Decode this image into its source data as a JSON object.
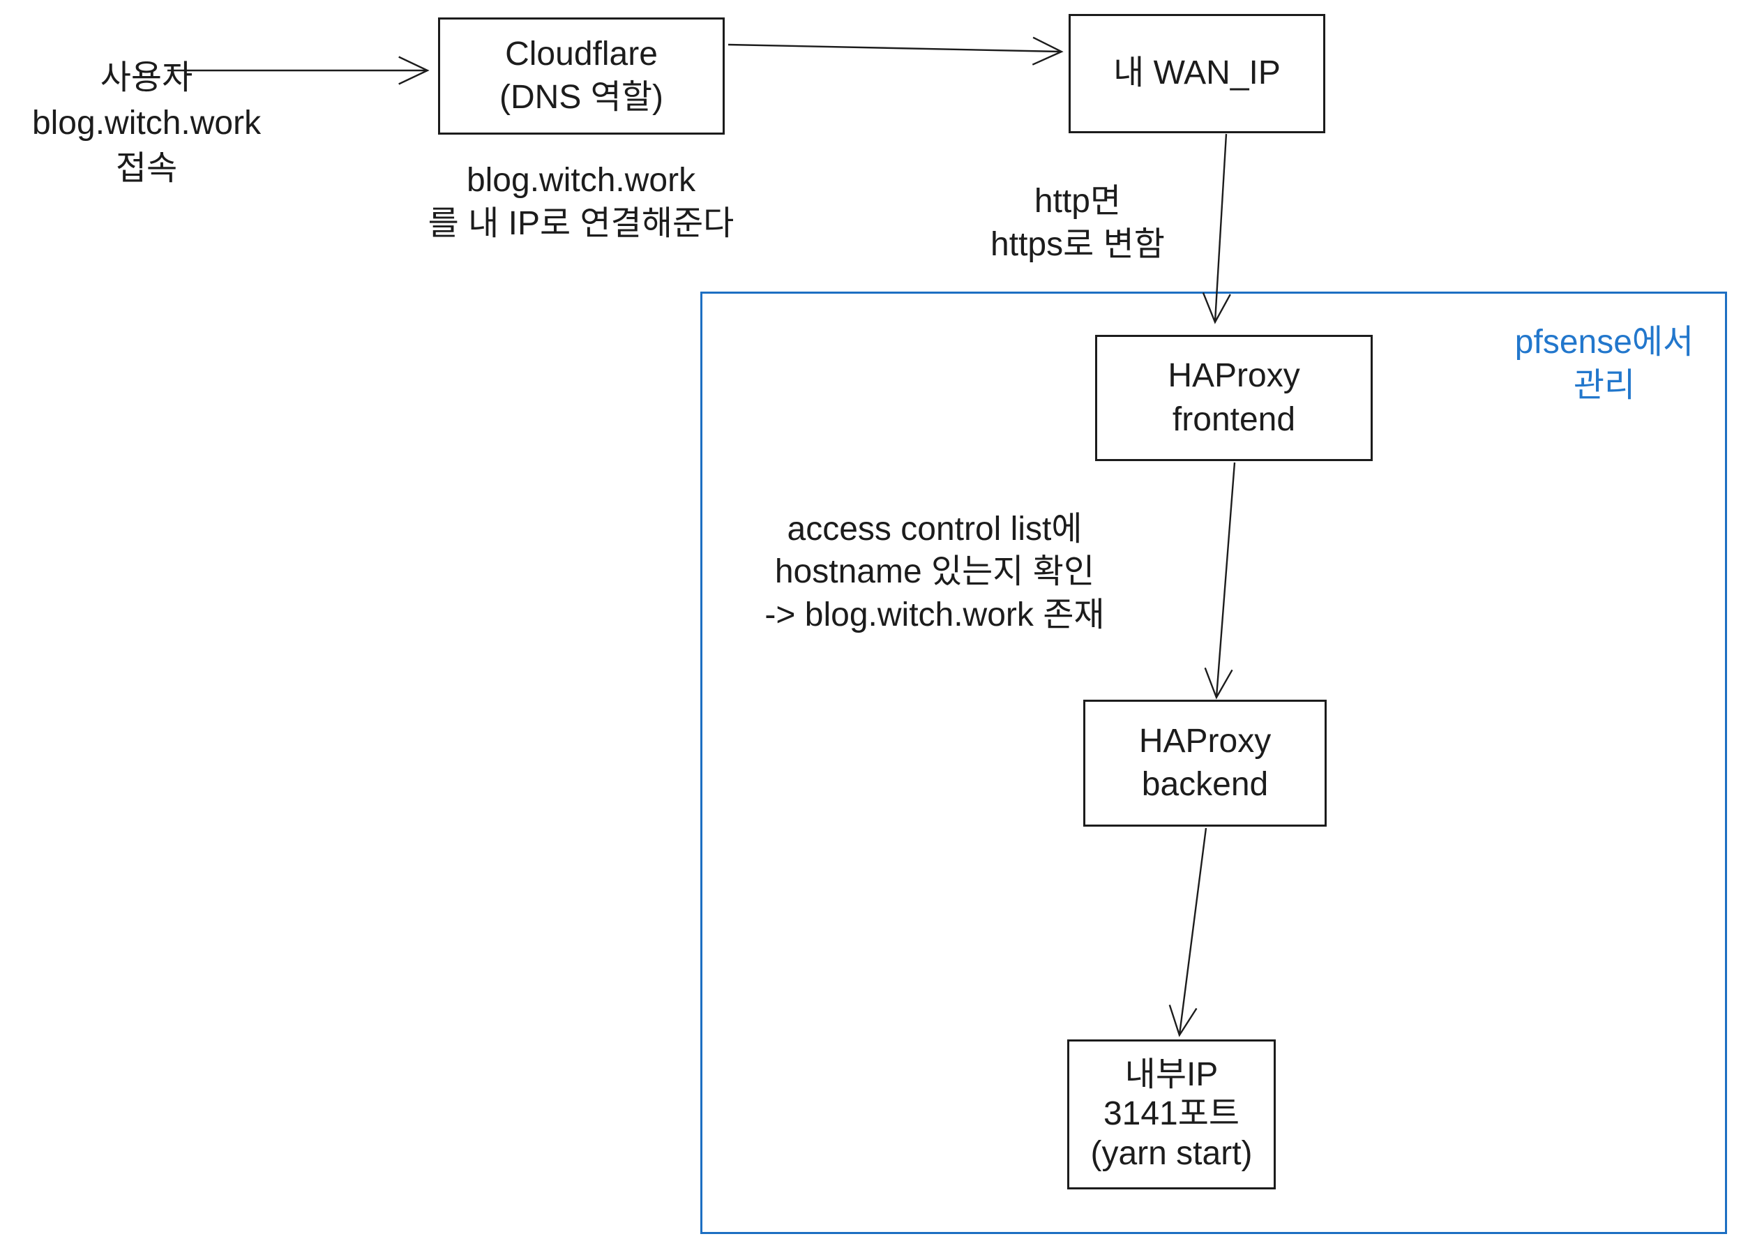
{
  "diagram": {
    "colors": {
      "ink": "#1c1c1c",
      "pfsense_region_border": "#1d6fc2",
      "pfsense_label_text": "#2277cc"
    },
    "user": {
      "lines": [
        "사용자",
        "blog.witch.work",
        "접속"
      ]
    },
    "cloudflare": {
      "box_lines": [
        "Cloudflare",
        "(DNS 역할)"
      ],
      "note_lines": [
        "blog.witch.work",
        "를 내 IP로 연결해준다"
      ]
    },
    "wan": {
      "box_label": "내 WAN_IP"
    },
    "http_note": {
      "lines": [
        "http면",
        "https로 변함"
      ]
    },
    "pfsense": {
      "label_lines": [
        "pfsense에서",
        "관리"
      ]
    },
    "haproxy_frontend": {
      "box_lines": [
        "HAProxy",
        "frontend"
      ]
    },
    "acl_note": {
      "lines": [
        "access control list에",
        "hostname 있는지 확인",
        "-> blog.witch.work 존재"
      ]
    },
    "haproxy_backend": {
      "box_lines": [
        "HAProxy",
        "backend"
      ]
    },
    "internal_server": {
      "box_lines": [
        "내부IP",
        "3141포트",
        "(yarn start)"
      ]
    }
  }
}
